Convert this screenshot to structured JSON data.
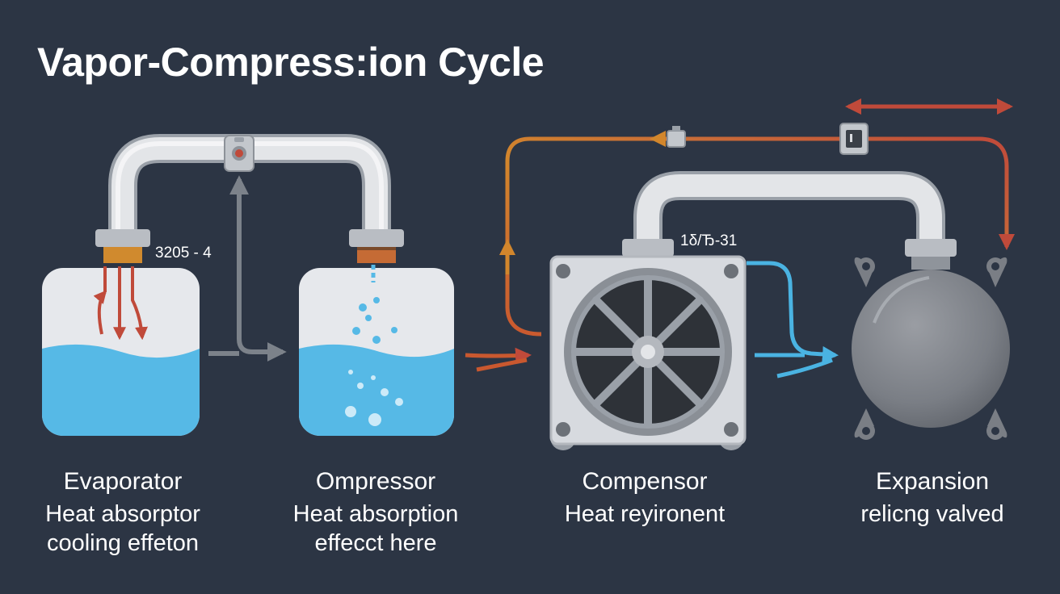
{
  "title": "Vapor-Compress:ion Cycle",
  "readouts": {
    "left": "3205 - 4",
    "right": "1δ/Ђ-31"
  },
  "components": [
    {
      "name": "Evaporator",
      "line1": "Heat absorptor",
      "line2": "cooling effeton"
    },
    {
      "name": "Ompressor",
      "line1": "Heat absorption",
      "line2": "effecct here"
    },
    {
      "name": "Compensor",
      "line1": "Heat reyironent",
      "line2": ""
    },
    {
      "name": "Expansion",
      "line1": "relicng valved",
      "line2": ""
    }
  ],
  "colors": {
    "background": "#2c3544",
    "pipe": "#d9dce0",
    "tank": "#e6e8ec",
    "water": "#56b9e6",
    "hot_arrow": "#c04a3a",
    "warm_arrow": "#d2862c",
    "cold_arrow": "#4ab3e2",
    "neutral_arrow": "#7c828a"
  },
  "icons": [
    "pressure-gauge-icon",
    "fan-icon",
    "valve-icon",
    "sensor-icon"
  ]
}
